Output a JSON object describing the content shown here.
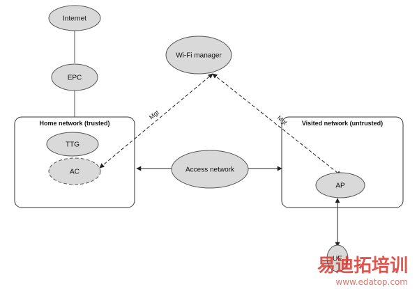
{
  "nodes": {
    "internet": "Internet",
    "epc": "EPC",
    "wifi_manager": "Wi-Fi manager",
    "ttg": "TTG",
    "ac": "AC",
    "access_network": "Access network",
    "ap": "AP",
    "ue": "UE"
  },
  "boxes": {
    "home": "Home network (trusted)",
    "visited": "Visited network (untrusted)"
  },
  "edges": {
    "mgt_left": "Mgt",
    "mgt_right": "Mgt"
  },
  "watermark": {
    "brand": "易迪拓培训",
    "url": "www.edatop.com"
  },
  "colors": {
    "node_fill": "#d9d9d9",
    "stroke": "#333333"
  }
}
